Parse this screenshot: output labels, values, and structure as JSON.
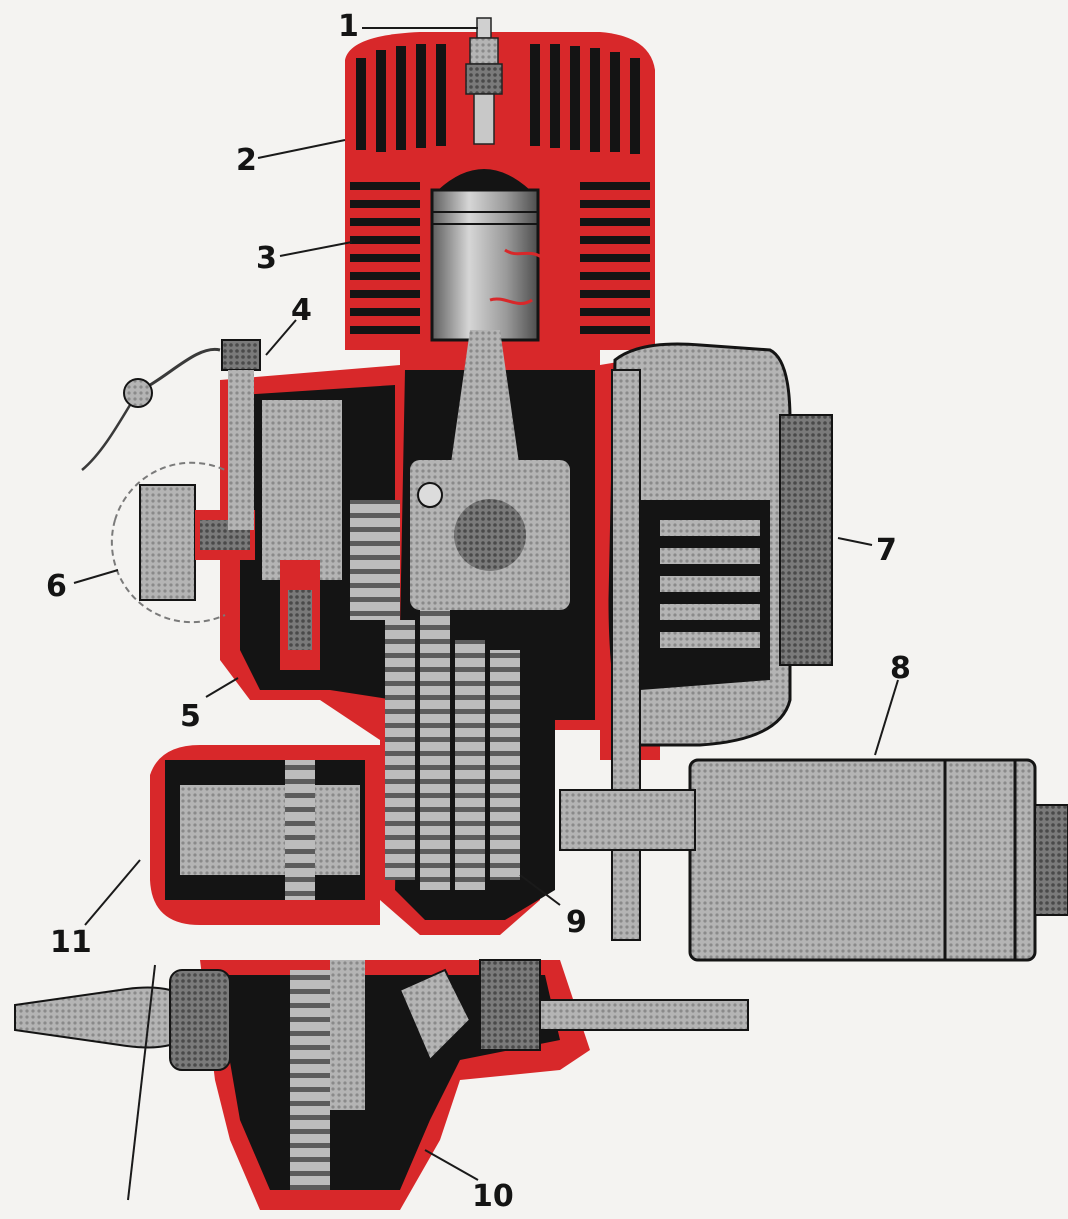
{
  "figure": {
    "palette": {
      "casing": "#d8282a",
      "metal": "#a9a9a9",
      "metal_light": "#d2d2d2",
      "metal_dark": "#6e6e6e",
      "shadow": "#141414",
      "paper": "#f4f3f1"
    },
    "callouts": [
      {
        "id": "1",
        "text": "1"
      },
      {
        "id": "2",
        "text": "2"
      },
      {
        "id": "3",
        "text": "3"
      },
      {
        "id": "4",
        "text": "4"
      },
      {
        "id": "5",
        "text": "5"
      },
      {
        "id": "6",
        "text": "6"
      },
      {
        "id": "7",
        "text": "7"
      },
      {
        "id": "8",
        "text": "8"
      },
      {
        "id": "9",
        "text": "9"
      },
      {
        "id": "10",
        "text": "10"
      },
      {
        "id": "11",
        "text": "11"
      }
    ]
  }
}
